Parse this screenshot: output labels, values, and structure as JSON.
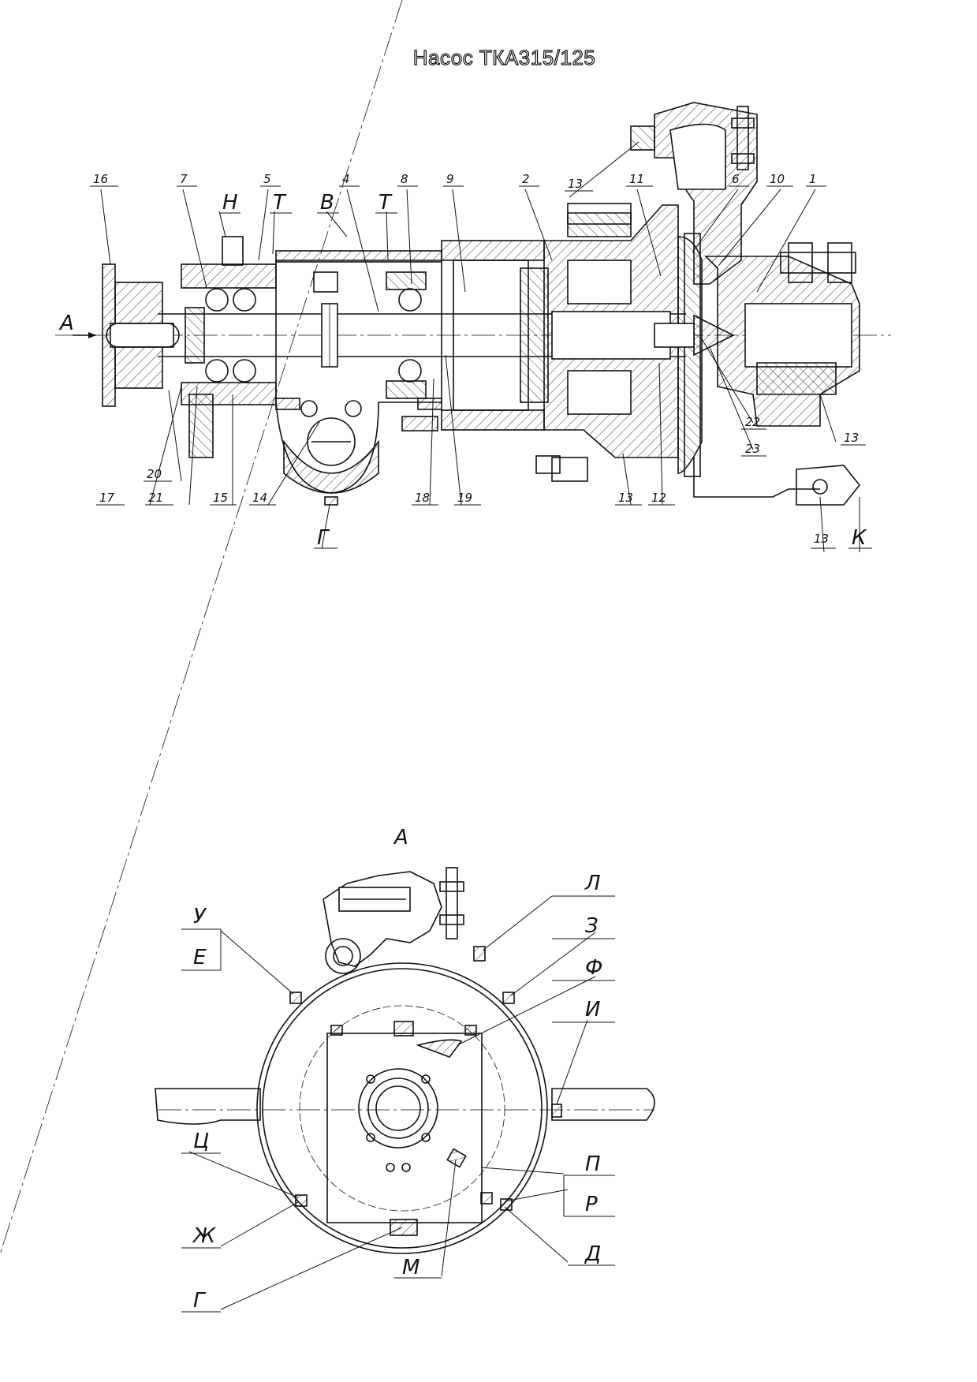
{
  "title": "Насос ТКА315/125",
  "section_view": {
    "callouts": [
      {
        "id": "c16",
        "text": "16"
      },
      {
        "id": "c7",
        "text": "7"
      },
      {
        "id": "cH",
        "text": "Н"
      },
      {
        "id": "c5",
        "text": "5"
      },
      {
        "id": "cT1",
        "text": "Т"
      },
      {
        "id": "cB",
        "text": "В"
      },
      {
        "id": "c4",
        "text": "4"
      },
      {
        "id": "cT2",
        "text": "Т"
      },
      {
        "id": "c8",
        "text": "8"
      },
      {
        "id": "c9",
        "text": "9"
      },
      {
        "id": "c2",
        "text": "2"
      },
      {
        "id": "c13a",
        "text": "13"
      },
      {
        "id": "c11",
        "text": "11"
      },
      {
        "id": "c6",
        "text": "6"
      },
      {
        "id": "c10",
        "text": "10"
      },
      {
        "id": "c1",
        "text": "1"
      },
      {
        "id": "cA",
        "text": "А"
      },
      {
        "id": "c17",
        "text": "17"
      },
      {
        "id": "c20",
        "text": "20"
      },
      {
        "id": "c21",
        "text": "21"
      },
      {
        "id": "c15",
        "text": "15"
      },
      {
        "id": "c14",
        "text": "14"
      },
      {
        "id": "cG",
        "text": "Г"
      },
      {
        "id": "c18",
        "text": "18"
      },
      {
        "id": "c19",
        "text": "19"
      },
      {
        "id": "c13b",
        "text": "13"
      },
      {
        "id": "c12",
        "text": "12"
      },
      {
        "id": "c22",
        "text": "22"
      },
      {
        "id": "c23",
        "text": "23"
      },
      {
        "id": "c13c",
        "text": "13"
      },
      {
        "id": "c13d",
        "text": "13"
      },
      {
        "id": "cK",
        "text": "К"
      }
    ]
  },
  "end_view": {
    "view_label": "А",
    "callouts": [
      {
        "id": "L",
        "text": "Л"
      },
      {
        "id": "Z",
        "text": "З"
      },
      {
        "id": "F",
        "text": "Ф"
      },
      {
        "id": "I",
        "text": "И"
      },
      {
        "id": "U",
        "text": "У"
      },
      {
        "id": "E",
        "text": "Е"
      },
      {
        "id": "Ts",
        "text": "Ц"
      },
      {
        "id": "Zh",
        "text": "Ж"
      },
      {
        "id": "G",
        "text": "Г"
      },
      {
        "id": "M",
        "text": "М"
      },
      {
        "id": "P",
        "text": "П"
      },
      {
        "id": "R",
        "text": "Р"
      },
      {
        "id": "D",
        "text": "Д"
      }
    ]
  }
}
